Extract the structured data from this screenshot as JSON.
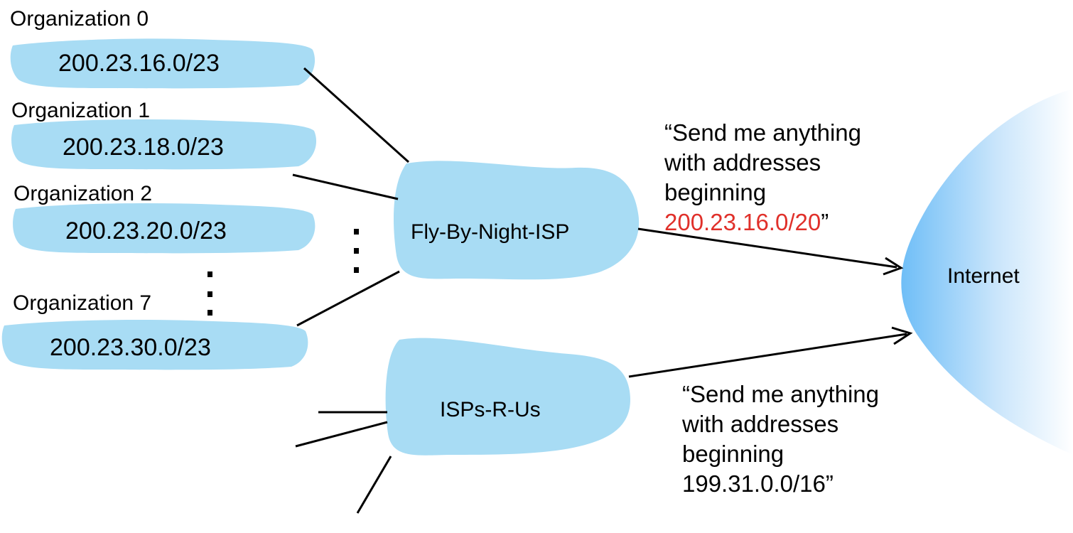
{
  "organizations": [
    {
      "name": "Organization 0",
      "prefix": "200.23.16.0/23"
    },
    {
      "name": "Organization 1",
      "prefix": "200.23.18.0/23"
    },
    {
      "name": "Organization 2",
      "prefix": "200.23.20.0/23"
    },
    {
      "name": "Organization 7",
      "prefix": "200.23.30.0/23"
    }
  ],
  "isps": {
    "fly_by_night": "Fly-By-Night-ISP",
    "isps_r_us": "ISPs-R-Us"
  },
  "internet": "Internet",
  "announcements": {
    "fly_by_night": {
      "line1": "“Send me anything",
      "line2": "with addresses",
      "line3": "beginning",
      "prefix": "200.23.16.0/20",
      "close_quote": "”"
    },
    "isps_r_us": {
      "line1": "“Send me anything",
      "line2": "with addresses",
      "line3": "beginning",
      "prefix": "199.31.0.0/16",
      "close_quote": "”"
    }
  },
  "colors": {
    "cloud": "#a8dcf4",
    "internet_gradient_start": "#6fbef7",
    "highlight_prefix": "#e0302a",
    "lines": "#000000"
  }
}
